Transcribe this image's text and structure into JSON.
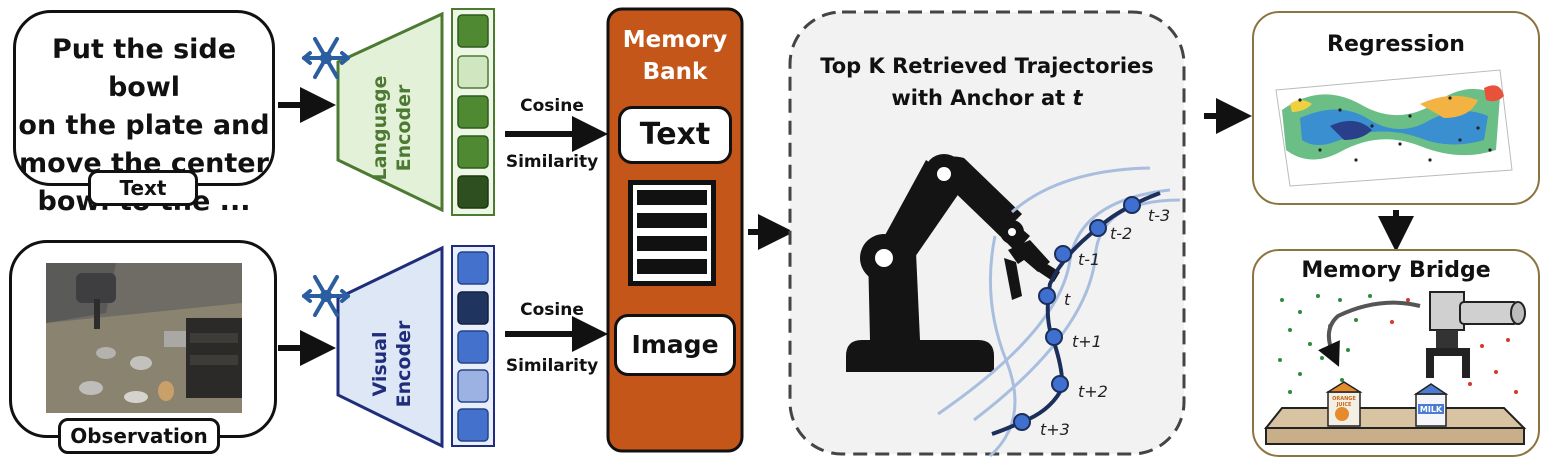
{
  "text_input": {
    "prompt_lines": [
      "Put the side bowl",
      "on the plate and",
      "move the center",
      "bowl to the ..."
    ],
    "tag": "Text"
  },
  "observation": {
    "tag": "Observation"
  },
  "language_encoder": {
    "label_line1": "Language",
    "label_line2": "Encoder"
  },
  "visual_encoder": {
    "label_line1": "Visual",
    "label_line2": "Encoder"
  },
  "cosine_text": {
    "line1": "Cosine",
    "line2": "Similarity"
  },
  "cosine_image": {
    "line1": "Cosine",
    "line2": "Similarity"
  },
  "memory_bank": {
    "title_line1": "Memory",
    "title_line2": "Bank",
    "text_card": "Text",
    "image_card": "Image"
  },
  "trajectories": {
    "title_line1": "Top K Retrieved Trajectories",
    "title_line2_prefix": "with Anchor at ",
    "anchor": "t",
    "points": [
      "t-3",
      "t-2",
      "t-1",
      "t",
      "t+1",
      "t+2",
      "t+3"
    ]
  },
  "regression": {
    "title": "Regression"
  },
  "memory_bridge": {
    "title": "Memory Bridge",
    "carton1": "ORANGE JUICE",
    "carton2": "MILK"
  },
  "colors": {
    "lang_encoder_fill": "#e3f1d8",
    "lang_encoder_stroke": "#4d7a32",
    "visual_encoder_fill": "#dde7f6",
    "visual_encoder_stroke": "#1f2d7a",
    "memory_bank": "#c4561a",
    "panel_border": "#8b7440"
  }
}
